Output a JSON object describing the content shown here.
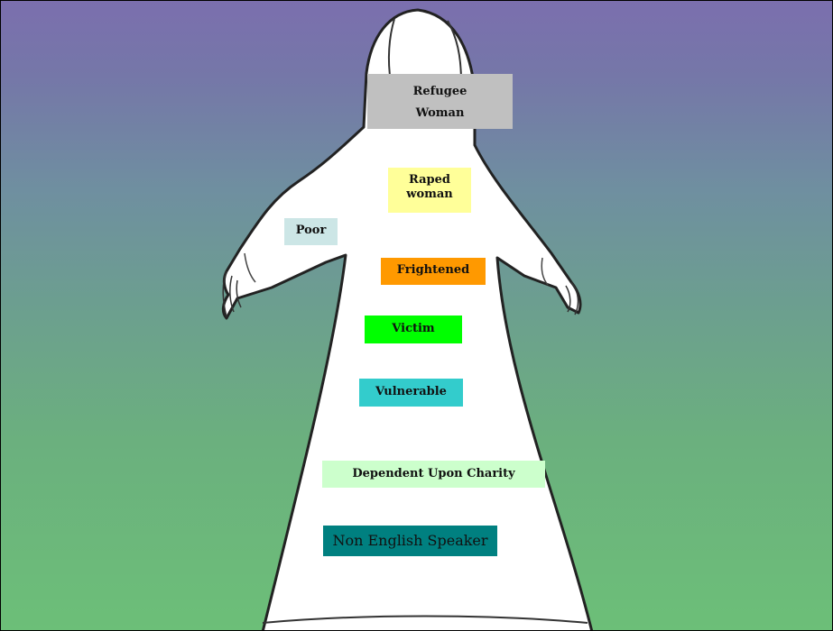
{
  "labels": {
    "refugee": {
      "line1": "Refugee",
      "line2": "Woman",
      "color": "#c0c0c0"
    },
    "raped": {
      "line1": "Raped",
      "line2": "woman",
      "color": "#ffff99"
    },
    "poor": {
      "text": "Poor",
      "color": "#cce6e6"
    },
    "frightened": {
      "text": "Frightened",
      "color": "#ff9900"
    },
    "victim": {
      "text": "Victim",
      "color": "#00ff00"
    },
    "vulnerable": {
      "text": "Vulnerable",
      "color": "#33cccc"
    },
    "dependent": {
      "text": "Dependent Upon Charity",
      "color": "#ccffcc"
    },
    "non_english": {
      "text": "Non English Speaker",
      "color": "#008080"
    }
  },
  "figure": {
    "icon": "robed-woman-silhouette-icon"
  }
}
